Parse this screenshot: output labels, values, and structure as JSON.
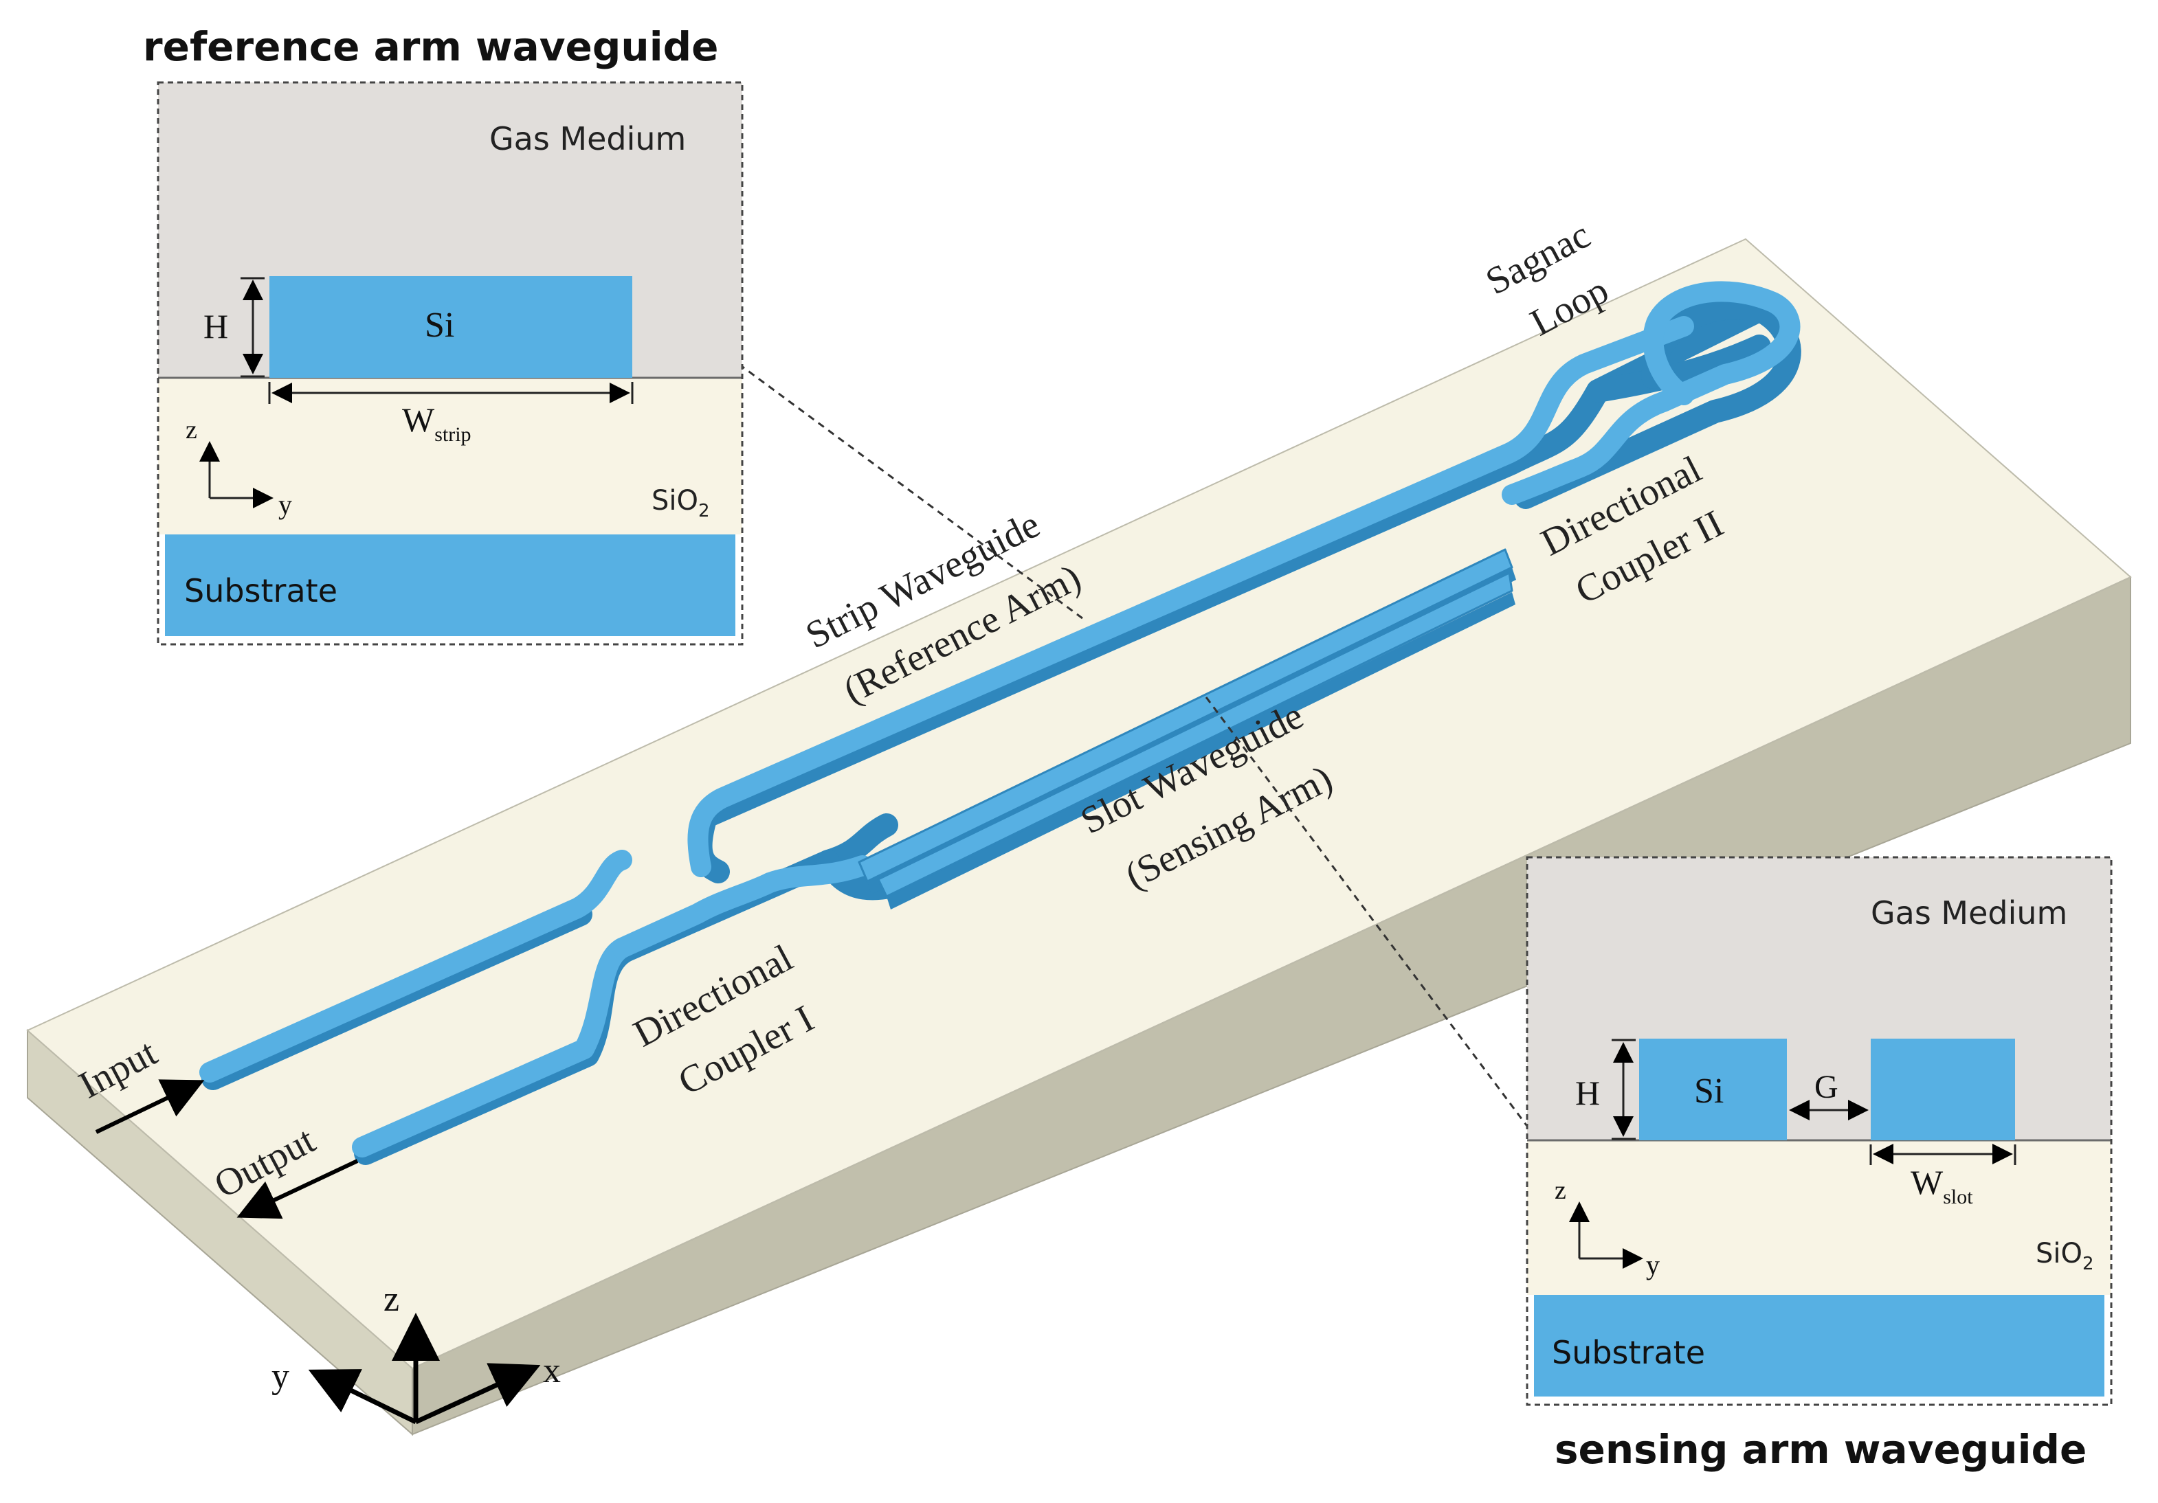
{
  "inset_reference": {
    "title": "reference arm waveguide",
    "gas_medium": "Gas Medium",
    "si": "Si",
    "h": "H",
    "w_main": "W",
    "w_sub": "strip",
    "axis_z": "z",
    "axis_y": "y",
    "sio2_main": "SiO",
    "sio2_sub": "2",
    "substrate": "Substrate"
  },
  "inset_sensing": {
    "title": "sensing arm waveguide",
    "gas_medium": "Gas Medium",
    "si": "Si",
    "h": "H",
    "g": "G",
    "w_main": "W",
    "w_sub": "slot",
    "axis_z": "z",
    "axis_y": "y",
    "sio2_main": "SiO",
    "sio2_sub": "2",
    "substrate": "Substrate"
  },
  "chip": {
    "sagnac_line1": "Sagnac",
    "sagnac_line2": "Loop",
    "strip_line1": "Strip Waveguide",
    "strip_line2": "(Reference Arm)",
    "slot_line1": "Slot Waveguide",
    "slot_line2": "(Sensing Arm)",
    "dc2_line1": "Directional",
    "dc2_line2": "Coupler II",
    "dc1_line1": "Directional",
    "dc1_line2": "Coupler I",
    "input": "Input",
    "output": "Output",
    "axis_x": "x",
    "axis_y": "y",
    "axis_z": "z"
  },
  "colors": {
    "waveguide": "#57b0e3",
    "waveguide_dark": "#2f87bd",
    "gas": "#e1dedb",
    "sio2": "#f8f4e5",
    "chip_top": "#f6f3e4",
    "chip_front": "#d6d4c1",
    "chip_side": "#c1bfac"
  }
}
